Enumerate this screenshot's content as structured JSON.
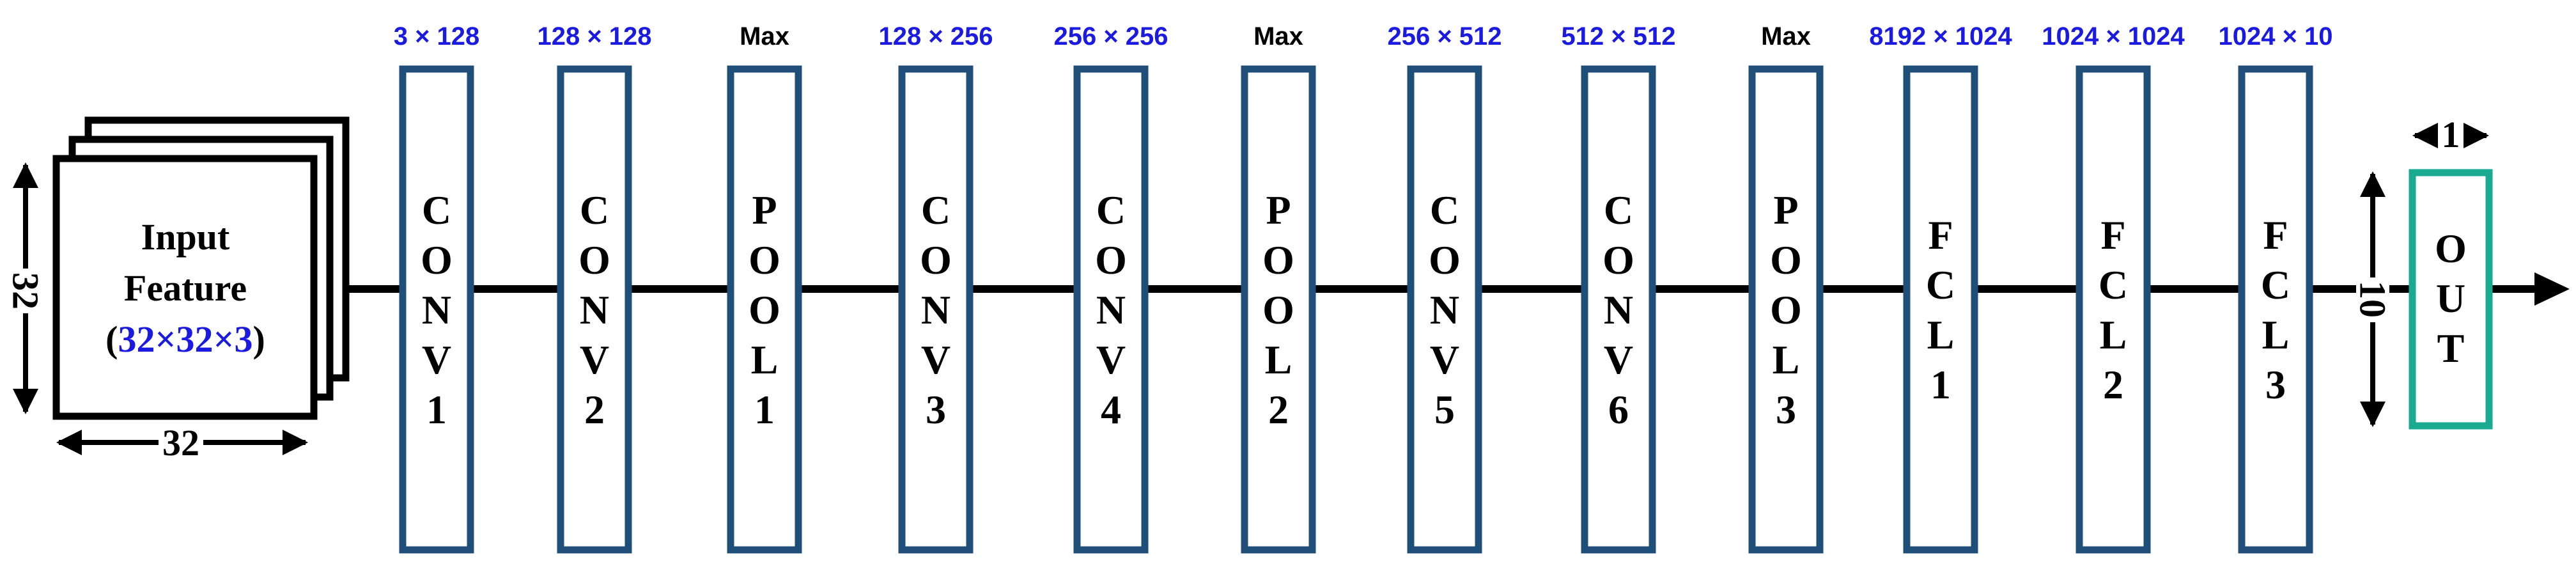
{
  "colors": {
    "block_border": "#1f4e79",
    "output_border": "#1aaa8f",
    "dimension_label": "#1a1ae0",
    "text": "#000000",
    "line": "#000000"
  },
  "input": {
    "line1": "Input",
    "line2": "Feature",
    "size_open": "(",
    "size_value": "32×32×3",
    "size_close": ")",
    "height_label": "32",
    "width_label": "32"
  },
  "layers": [
    {
      "name": "CONV1",
      "dims": "3 × 128"
    },
    {
      "name": "CONV2",
      "dims": "128 × 128"
    },
    {
      "name": "POOL1",
      "dims": "Max"
    },
    {
      "name": "CONV3",
      "dims": "128 × 256"
    },
    {
      "name": "CONV4",
      "dims": "256 × 256"
    },
    {
      "name": "POOL2",
      "dims": "Max"
    },
    {
      "name": "CONV5",
      "dims": "256 × 512"
    },
    {
      "name": "CONV6",
      "dims": "512 × 512"
    },
    {
      "name": "POOL3",
      "dims": "Max"
    },
    {
      "name": "FCL1",
      "dims": "8192 × 1024"
    },
    {
      "name": "FCL2",
      "dims": "1024 × 1024"
    },
    {
      "name": "FCL3",
      "dims": "1024 × 10"
    }
  ],
  "output": {
    "name": "OUT",
    "height_label": "10",
    "width_label": "1"
  }
}
